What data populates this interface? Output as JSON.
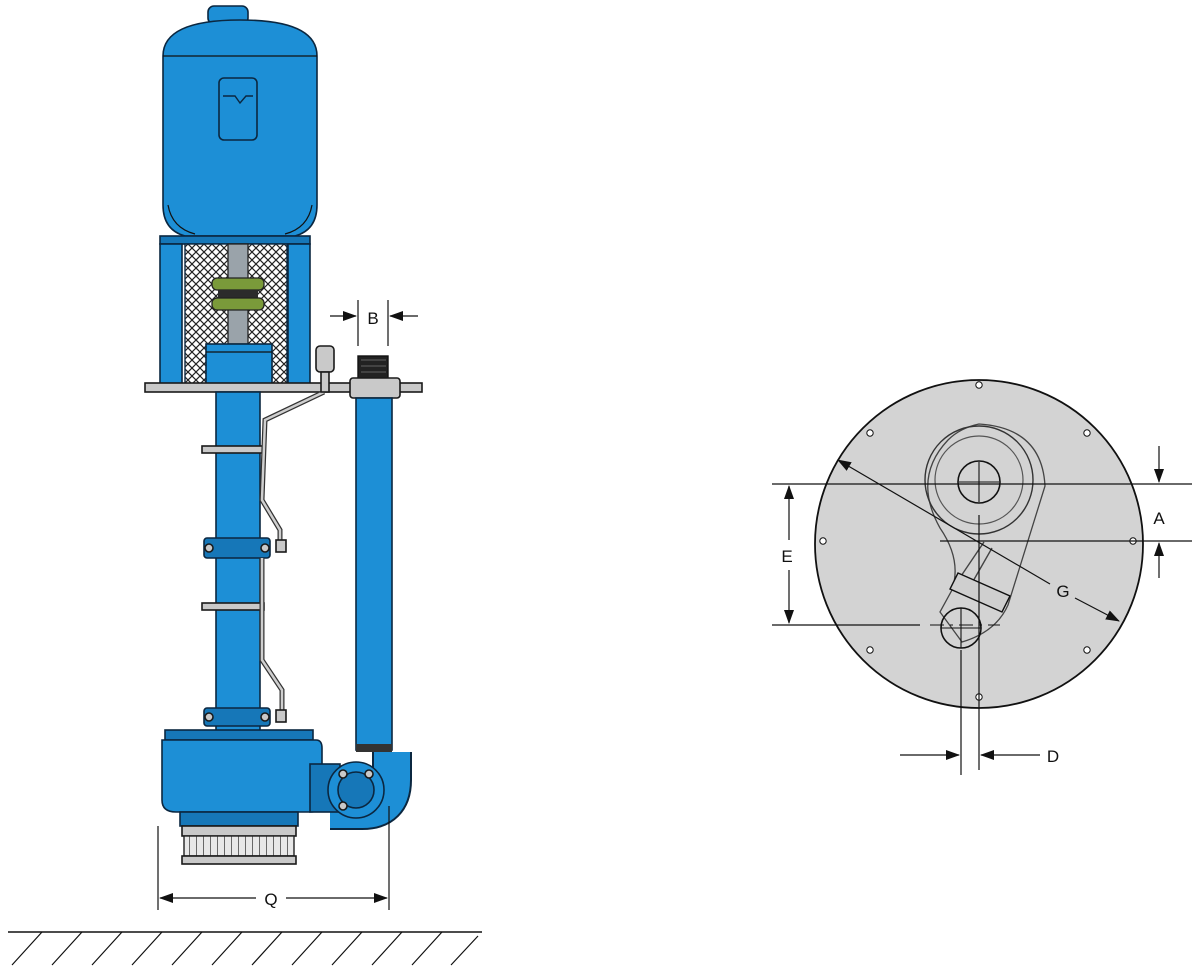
{
  "dimensions": {
    "B": "B",
    "Q": "Q",
    "A": "A",
    "D": "D",
    "E": "E",
    "G": "G"
  },
  "colors": {
    "pump_blue": "#1d8fd6",
    "pump_blue_dark": "#1677b8",
    "plate_grey": "#d3d3d3",
    "outline": "#111111"
  }
}
